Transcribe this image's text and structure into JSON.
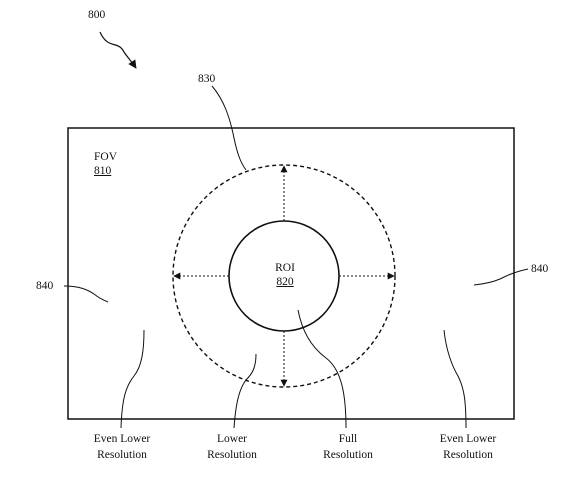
{
  "figure_number": "800",
  "fov": {
    "label": "FOV",
    "ref": "810"
  },
  "roi": {
    "label": "ROI",
    "ref": "820"
  },
  "outer_ring_ref": "830",
  "outer_region_ref_left": "840",
  "outer_region_ref_right": "840",
  "captions": {
    "far_left": {
      "line1": "Even Lower",
      "line2": "Resolution"
    },
    "lower": {
      "line1": "Lower",
      "line2": "Resolution"
    },
    "full": {
      "line1": "Full",
      "line2": "Resolution"
    },
    "far_right": {
      "line1": "Even Lower",
      "line2": "Resolution"
    }
  },
  "colors": {
    "line": "#111111",
    "background": "#ffffff"
  }
}
